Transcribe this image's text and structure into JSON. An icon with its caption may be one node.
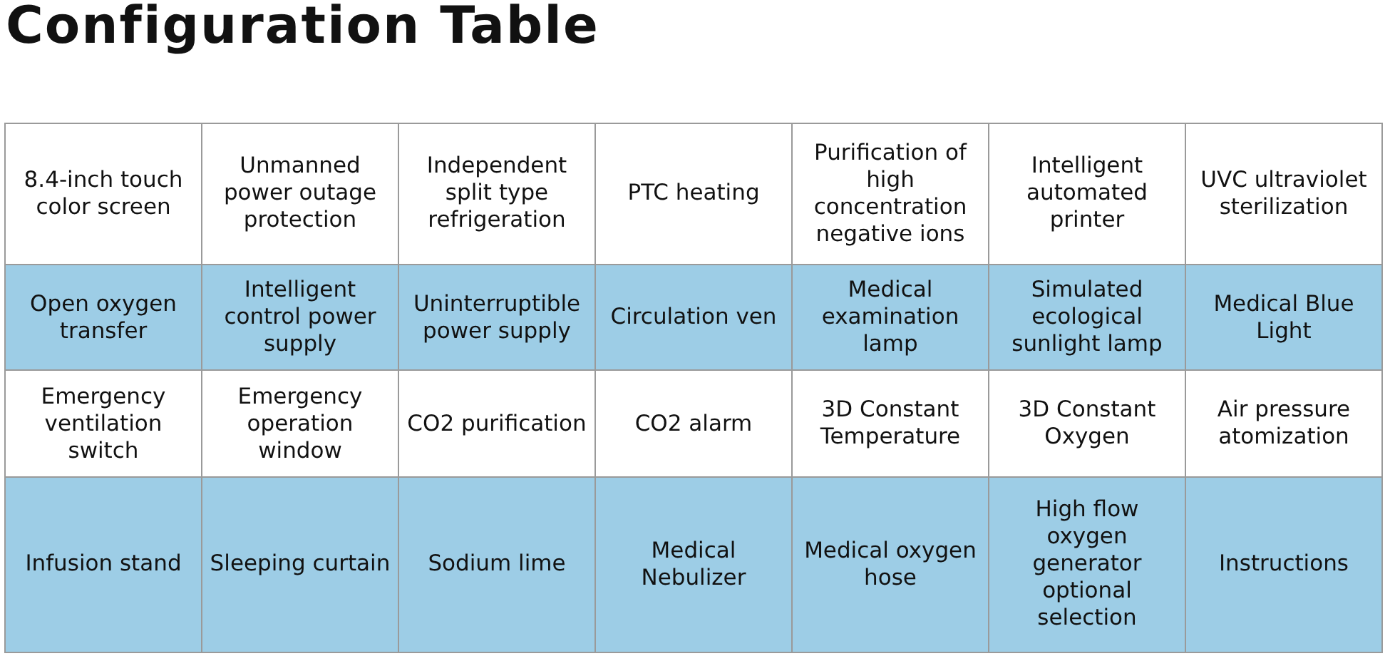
{
  "diagram": {
    "title": "Configuration Table",
    "labels": [
      "8.4-inch touch color screen",
      "Unmanned power outage protection",
      "Independent split type refrigeration",
      "PTC heating",
      "Purification of high concentration negative ions",
      "Intelligent automated printer",
      "UVC ultraviolet sterilization",
      "Open oxygen transfer",
      "Intelligent control power supply",
      "Uninterruptible power supply",
      "Circulation ven",
      "Medical examination lamp",
      "Simulated ecological sunlight lamp",
      "Medical Blue Light",
      "Emergency ventilation switch",
      "Emergency operation window",
      "CO2 purification",
      "CO2 alarm",
      "3D Constant Temperature",
      "3D Constant Oxygen",
      "Air pressure atomization",
      "Infusion stand",
      "Sleeping curtain",
      "Sodium lime",
      "Medical Nebulizer",
      "Medical oxygen hose",
      "High flow oxygen generator optional selection",
      "Instructions"
    ]
  }
}
